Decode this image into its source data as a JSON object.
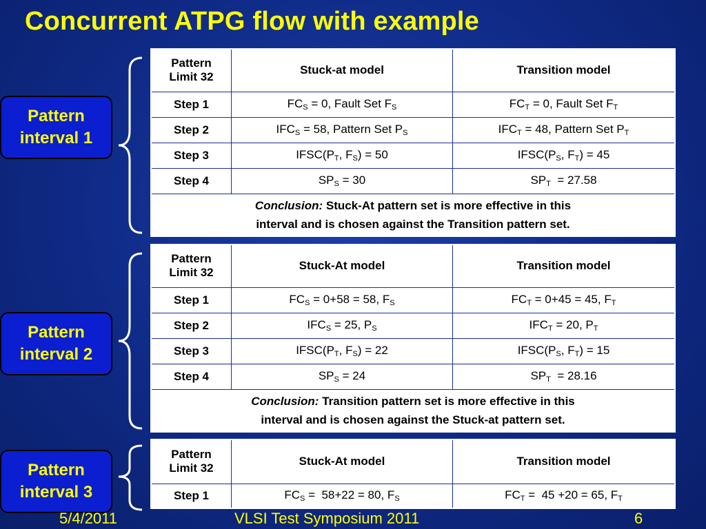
{
  "title": "Concurrent ATPG flow with example",
  "intervals": [
    {
      "label_line1": "Pattern",
      "label_line2": "interval 1",
      "header": [
        "Pattern\nLimit 32",
        "Stuck-at model",
        "Transition model"
      ],
      "steps": [
        [
          "Step 1",
          "FC<sub>S</sub> = 0, Fault Set F<sub>S</sub>",
          "FC<sub>T</sub> = 0, Fault Set F<sub>T</sub>"
        ],
        [
          "Step 2",
          "IFC<sub>S</sub> = 58, Pattern Set P<sub>S</sub>",
          "IFC<sub>T</sub> = 48, Pattern Set P<sub>T</sub>"
        ],
        [
          "Step 3",
          "IFSC(P<sub>T</sub>, F<sub>S</sub>) = 50",
          "IFSC(P<sub>S</sub>, F<sub>T</sub>) = 45"
        ],
        [
          "Step 4",
          "SP<sub>S</sub> = 30",
          "SP<sub>T</sub> &nbsp;= 27.58"
        ]
      ],
      "conclusion_label": "Conclusion:",
      "conclusion_line1": "Stuck-At pattern set is more effective in this",
      "conclusion_line2": "interval and is chosen against the Transition pattern set."
    },
    {
      "label_line1": "Pattern",
      "label_line2": "interval 2",
      "header": [
        "Pattern\nLimit 32",
        "Stuck-At model",
        "Transition model"
      ],
      "steps": [
        [
          "Step 1",
          "FC<sub>S</sub> = 0+58 = 58, F<sub>S</sub>",
          "FC<sub>T</sub> = 0+45 = 45, F<sub>T</sub>"
        ],
        [
          "Step 2",
          "IFC<sub>S</sub> = 25, P<sub>S</sub>",
          "IFC<sub>T</sub> = 20, P<sub>T</sub>"
        ],
        [
          "Step 3",
          "IFSC(P<sub>T</sub>, F<sub>S</sub>) = 22",
          "IFSC(P<sub>S</sub>, F<sub>T</sub>) = 15"
        ],
        [
          "Step 4",
          "SP<sub>S</sub> = 24",
          "SP<sub>T</sub> &nbsp;= 28.16"
        ]
      ],
      "conclusion_label": "Conclusion:",
      "conclusion_line1": "Transition pattern set is more effective in this",
      "conclusion_line2": "interval and is chosen against the Stuck-at pattern set."
    },
    {
      "label_line1": "Pattern",
      "label_line2": "interval 3",
      "header": [
        "Pattern\nLimit 32",
        "Stuck-At model",
        "Transition model"
      ],
      "steps": [
        [
          "Step 1",
          "FC<sub>S</sub> = &nbsp;58+22 = 80, F<sub>S</sub>",
          "FC<sub>T</sub> = &nbsp;45 +20 = 65, F<sub>T</sub>"
        ]
      ]
    }
  ],
  "footer": {
    "date": "5/4/2011",
    "conference": "VLSI Test Symposium 2011",
    "page": "6"
  },
  "colors": {
    "background": "#0f2a86",
    "title": "#ffff00",
    "interval_box": "#0b1fd0",
    "table_border": "#1a2aa0"
  }
}
